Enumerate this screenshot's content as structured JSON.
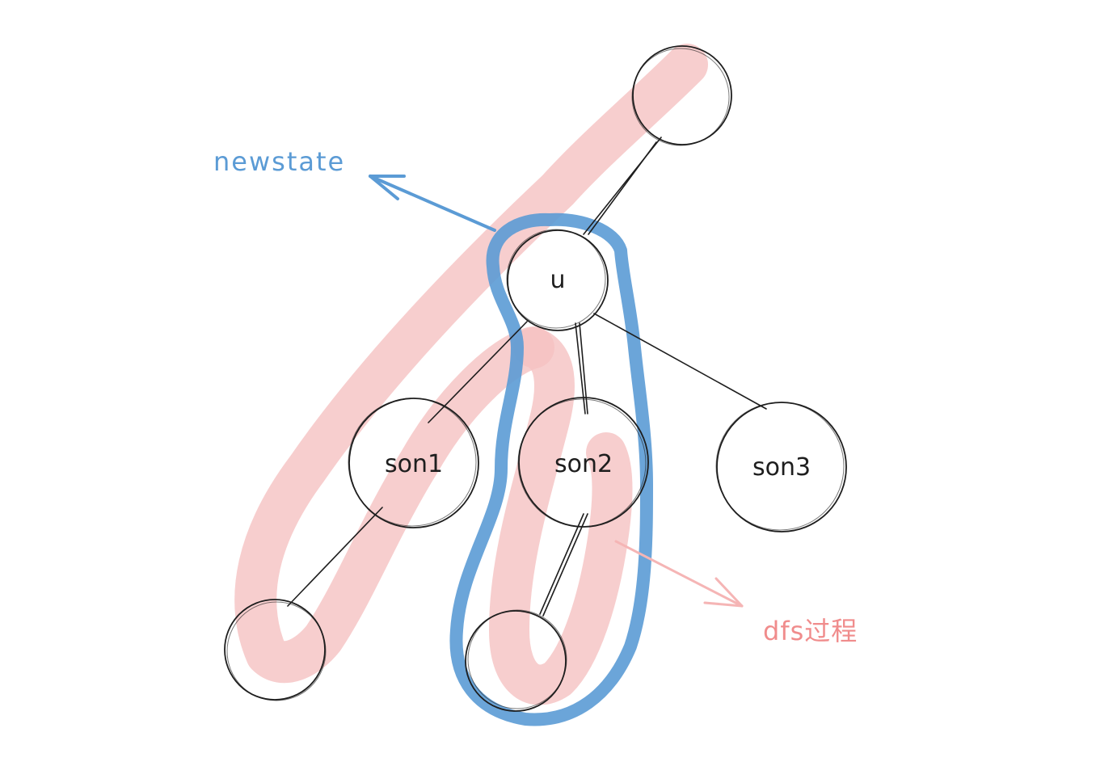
{
  "diagram": {
    "nodes": {
      "root": "",
      "u": "u",
      "son1": "son1",
      "son2": "son2",
      "son3": "son3",
      "leaf1": "",
      "leaf2": ""
    },
    "annotations": {
      "newstate": "newstate",
      "dfs": "dfs过程"
    },
    "colors": {
      "node_stroke": "#1e1e1e",
      "dfs_highlight": "#f5c2c2",
      "dfs_text": "#f08c8c",
      "newstate": "#5b9bd5"
    }
  }
}
